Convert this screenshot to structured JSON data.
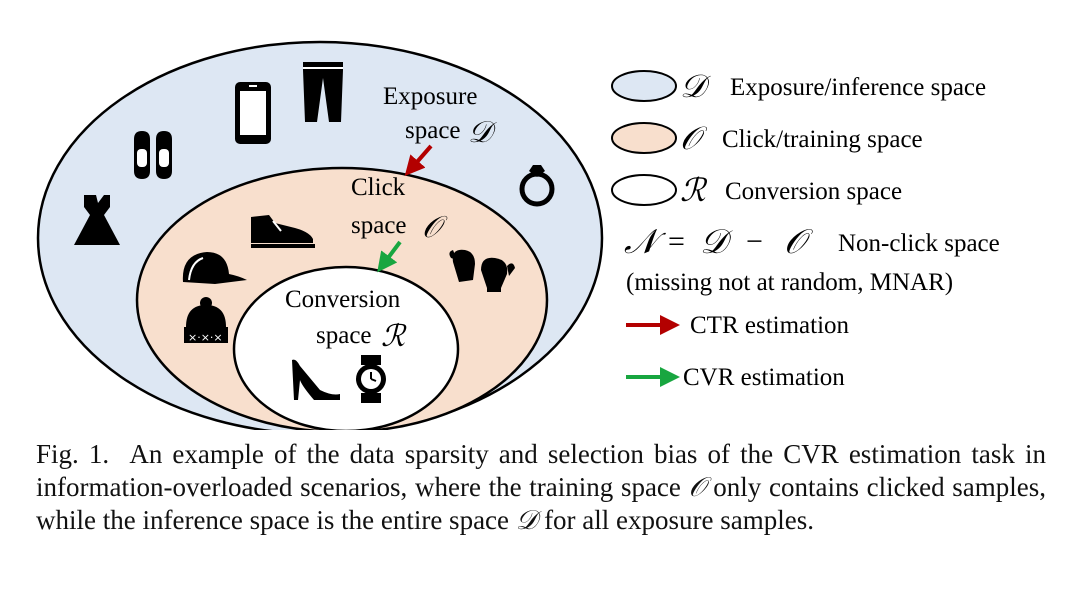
{
  "diagram": {
    "exposure_label_1": "Exposure",
    "exposure_label_2": "space",
    "click_label_1": "Click",
    "click_label_2": "space",
    "conversion_label_1": "Conversion",
    "conversion_label_2": "space",
    "sym_D": "𝒟",
    "sym_O": "𝒪",
    "sym_R": "ℛ",
    "sym_N": "𝒩"
  },
  "legend": {
    "exposure": "Exposure/inference space",
    "click": "Click/training space",
    "conversion": "Conversion space",
    "nonclick_eq_mid": "=",
    "nonclick_eq_minus": "−",
    "nonclick": "Non-click space",
    "mnar": "(missing not at random, MNAR)",
    "ctr": "CTR estimation",
    "cvr": "CVR estimation"
  },
  "colors": {
    "exposure_fill": "#dde7f3",
    "click_fill": "#f8dfcd",
    "conversion_fill": "#ffffff",
    "ctr_arrow": "#b30000",
    "cvr_arrow": "#18a640"
  },
  "icons": [
    "dress-icon",
    "slippers-icon",
    "phone-icon",
    "pants-icon",
    "ring-icon",
    "shoe-icon",
    "cap-icon",
    "mittens-icon",
    "beanie-icon",
    "high-heel-icon",
    "watch-icon"
  ],
  "caption": {
    "prefix": "Fig. 1.",
    "text_1": "An example of the data sparsity and selection bias of the CVR estimation task in information-overloaded scenarios, where the training space",
    "sym_O": "𝒪",
    "text_2": "only contains clicked samples, while the inference space is the entire space",
    "sym_D": "𝒟",
    "text_3": "for all exposure samples."
  }
}
